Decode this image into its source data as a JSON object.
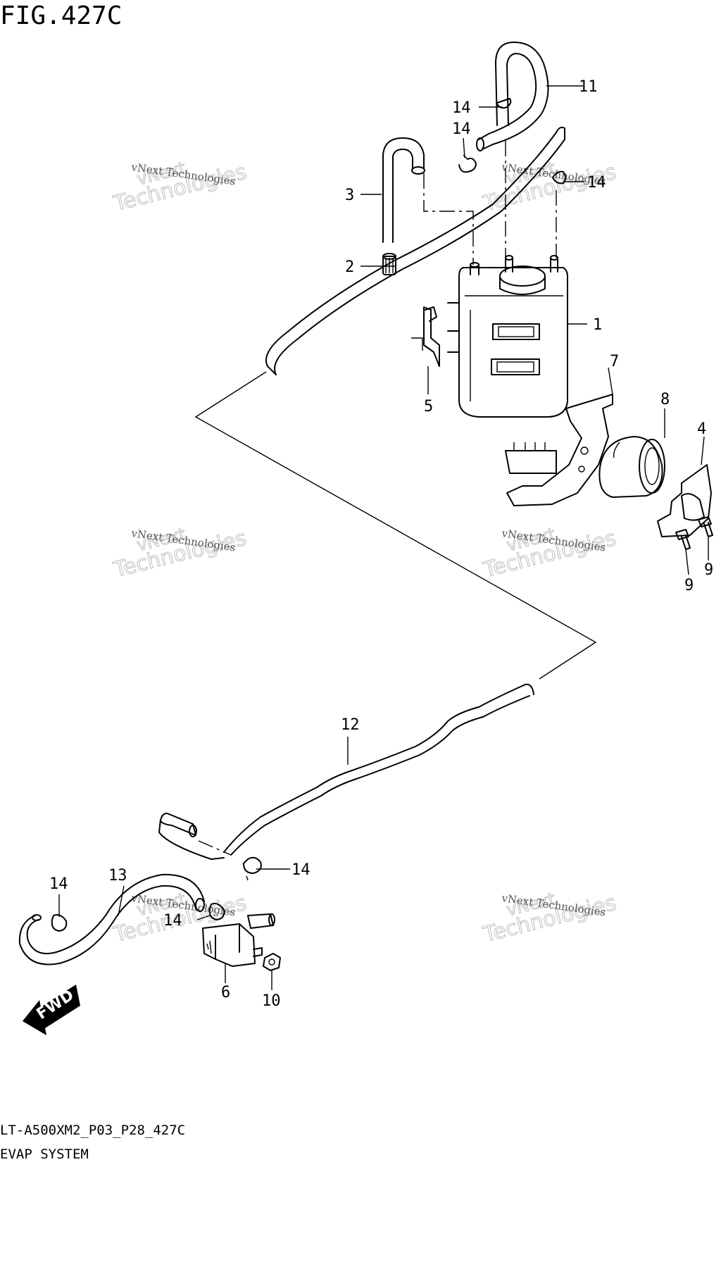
{
  "figure_title": "FIG.427C",
  "drawing_code": "LT-A500XM2_P03_P28_427C",
  "drawing_name": "EVAP SYSTEM",
  "fwd_label": "FWD",
  "watermark": {
    "line1": "vNext",
    "line2": "Technologies",
    "small": "vNext Technologies"
  },
  "callouts": {
    "c1": "1",
    "c2": "2",
    "c3": "3",
    "c4": "4",
    "c5": "5",
    "c6": "6",
    "c7": "7",
    "c8": "8",
    "c9a": "9",
    "c9b": "9",
    "c10": "10",
    "c11": "11",
    "c12": "12",
    "c13": "13",
    "c14a": "14",
    "c14b": "14",
    "c14c": "14",
    "c14d": "14",
    "c14e": "14",
    "c14f": "14"
  },
  "colors": {
    "ink": "#000000",
    "background": "#ffffff",
    "watermark": "#bdbdbd"
  }
}
